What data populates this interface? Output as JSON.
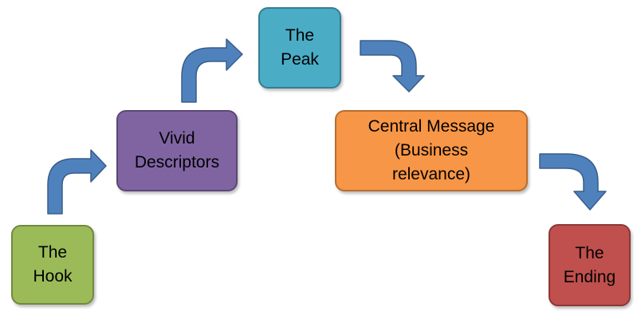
{
  "nodes": {
    "hook": {
      "label": "The\nHook",
      "fill": "#9BBB59",
      "border": "#71893F"
    },
    "vivid": {
      "label": "Vivid\nDescriptors",
      "fill": "#8064A2",
      "border": "#5C4776"
    },
    "peak": {
      "label": "The\nPeak",
      "fill": "#4BACC6",
      "border": "#357D91"
    },
    "central": {
      "label": "Central Message\n(Business\nrelevance)",
      "fill": "#F79646",
      "border": "#B66D31"
    },
    "ending": {
      "label": "The\nEnding",
      "fill": "#C0504D",
      "border": "#8C3836"
    }
  },
  "arrows": {
    "fill": "#4F81BD",
    "border": "#385D8A"
  }
}
